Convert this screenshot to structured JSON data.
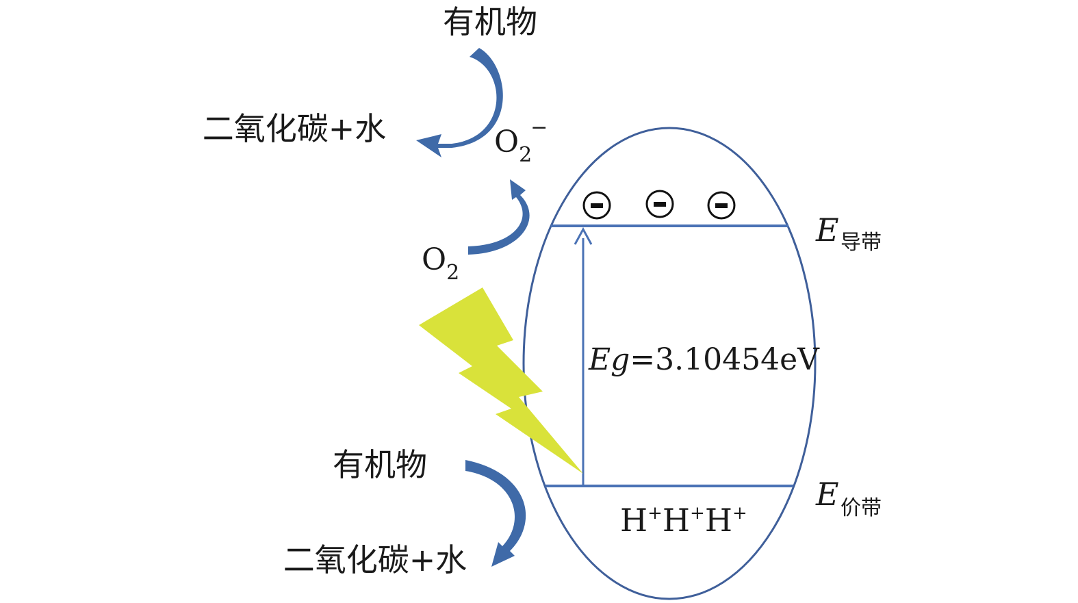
{
  "labels": {
    "organic_top": "有机物",
    "co2_water_top": "二氧化碳+水",
    "o2_minus_base": "O",
    "o2_minus_sub": "2",
    "o2_minus_sup": "−",
    "o2_base": "O",
    "o2_sub": "2",
    "organic_bottom": "有机物",
    "co2_water_bottom": "二氧化碳+水",
    "e_conduction_main": "E",
    "e_conduction_sub": "导带",
    "e_valence_main": "E",
    "e_valence_sub": "价带",
    "bandgap_eg": "Eg",
    "bandgap_value": "=3.10454eV",
    "hole_h": "H",
    "hole_plus": "+",
    "electron_minus": "−"
  },
  "colors": {
    "ellipse_stroke": "#3f5f9a",
    "band_line": "#4a72b5",
    "curved_arrow": "#3f6aa8",
    "lightning": "#d9e23a"
  }
}
